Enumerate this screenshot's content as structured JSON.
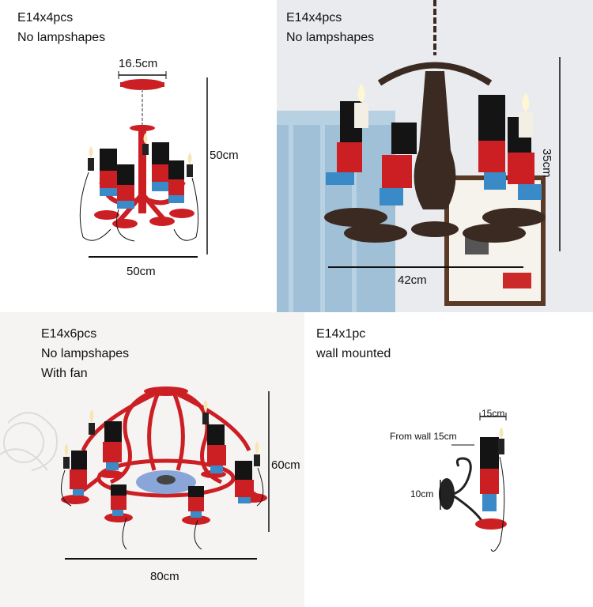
{
  "panels": [
    {
      "captions": [
        "E14x4pcs",
        "No lampshapes"
      ],
      "dimensions": {
        "canopy": "16.5cm",
        "height": "50cm",
        "width": "50cm"
      }
    },
    {
      "captions": [
        "E14x4pcs",
        "No lampshapes"
      ],
      "dimensions": {
        "height": "35cm",
        "width": "42cm"
      }
    },
    {
      "captions": [
        "E14x6pcs",
        "No lampshapes",
        "With fan"
      ],
      "dimensions": {
        "height": "60cm",
        "width": "80cm"
      }
    },
    {
      "captions": [
        "E14x1pc",
        "wall mounted"
      ],
      "dimensions": {
        "top": "15cm",
        "from_wall": "From wall 15cm",
        "plate": "10cm"
      }
    }
  ],
  "colors": {
    "lamp_red": "#cc1f24",
    "metal_dark": "#3a2a22",
    "guard_black": "#141414",
    "trouser_blue": "#3a8ac8"
  }
}
